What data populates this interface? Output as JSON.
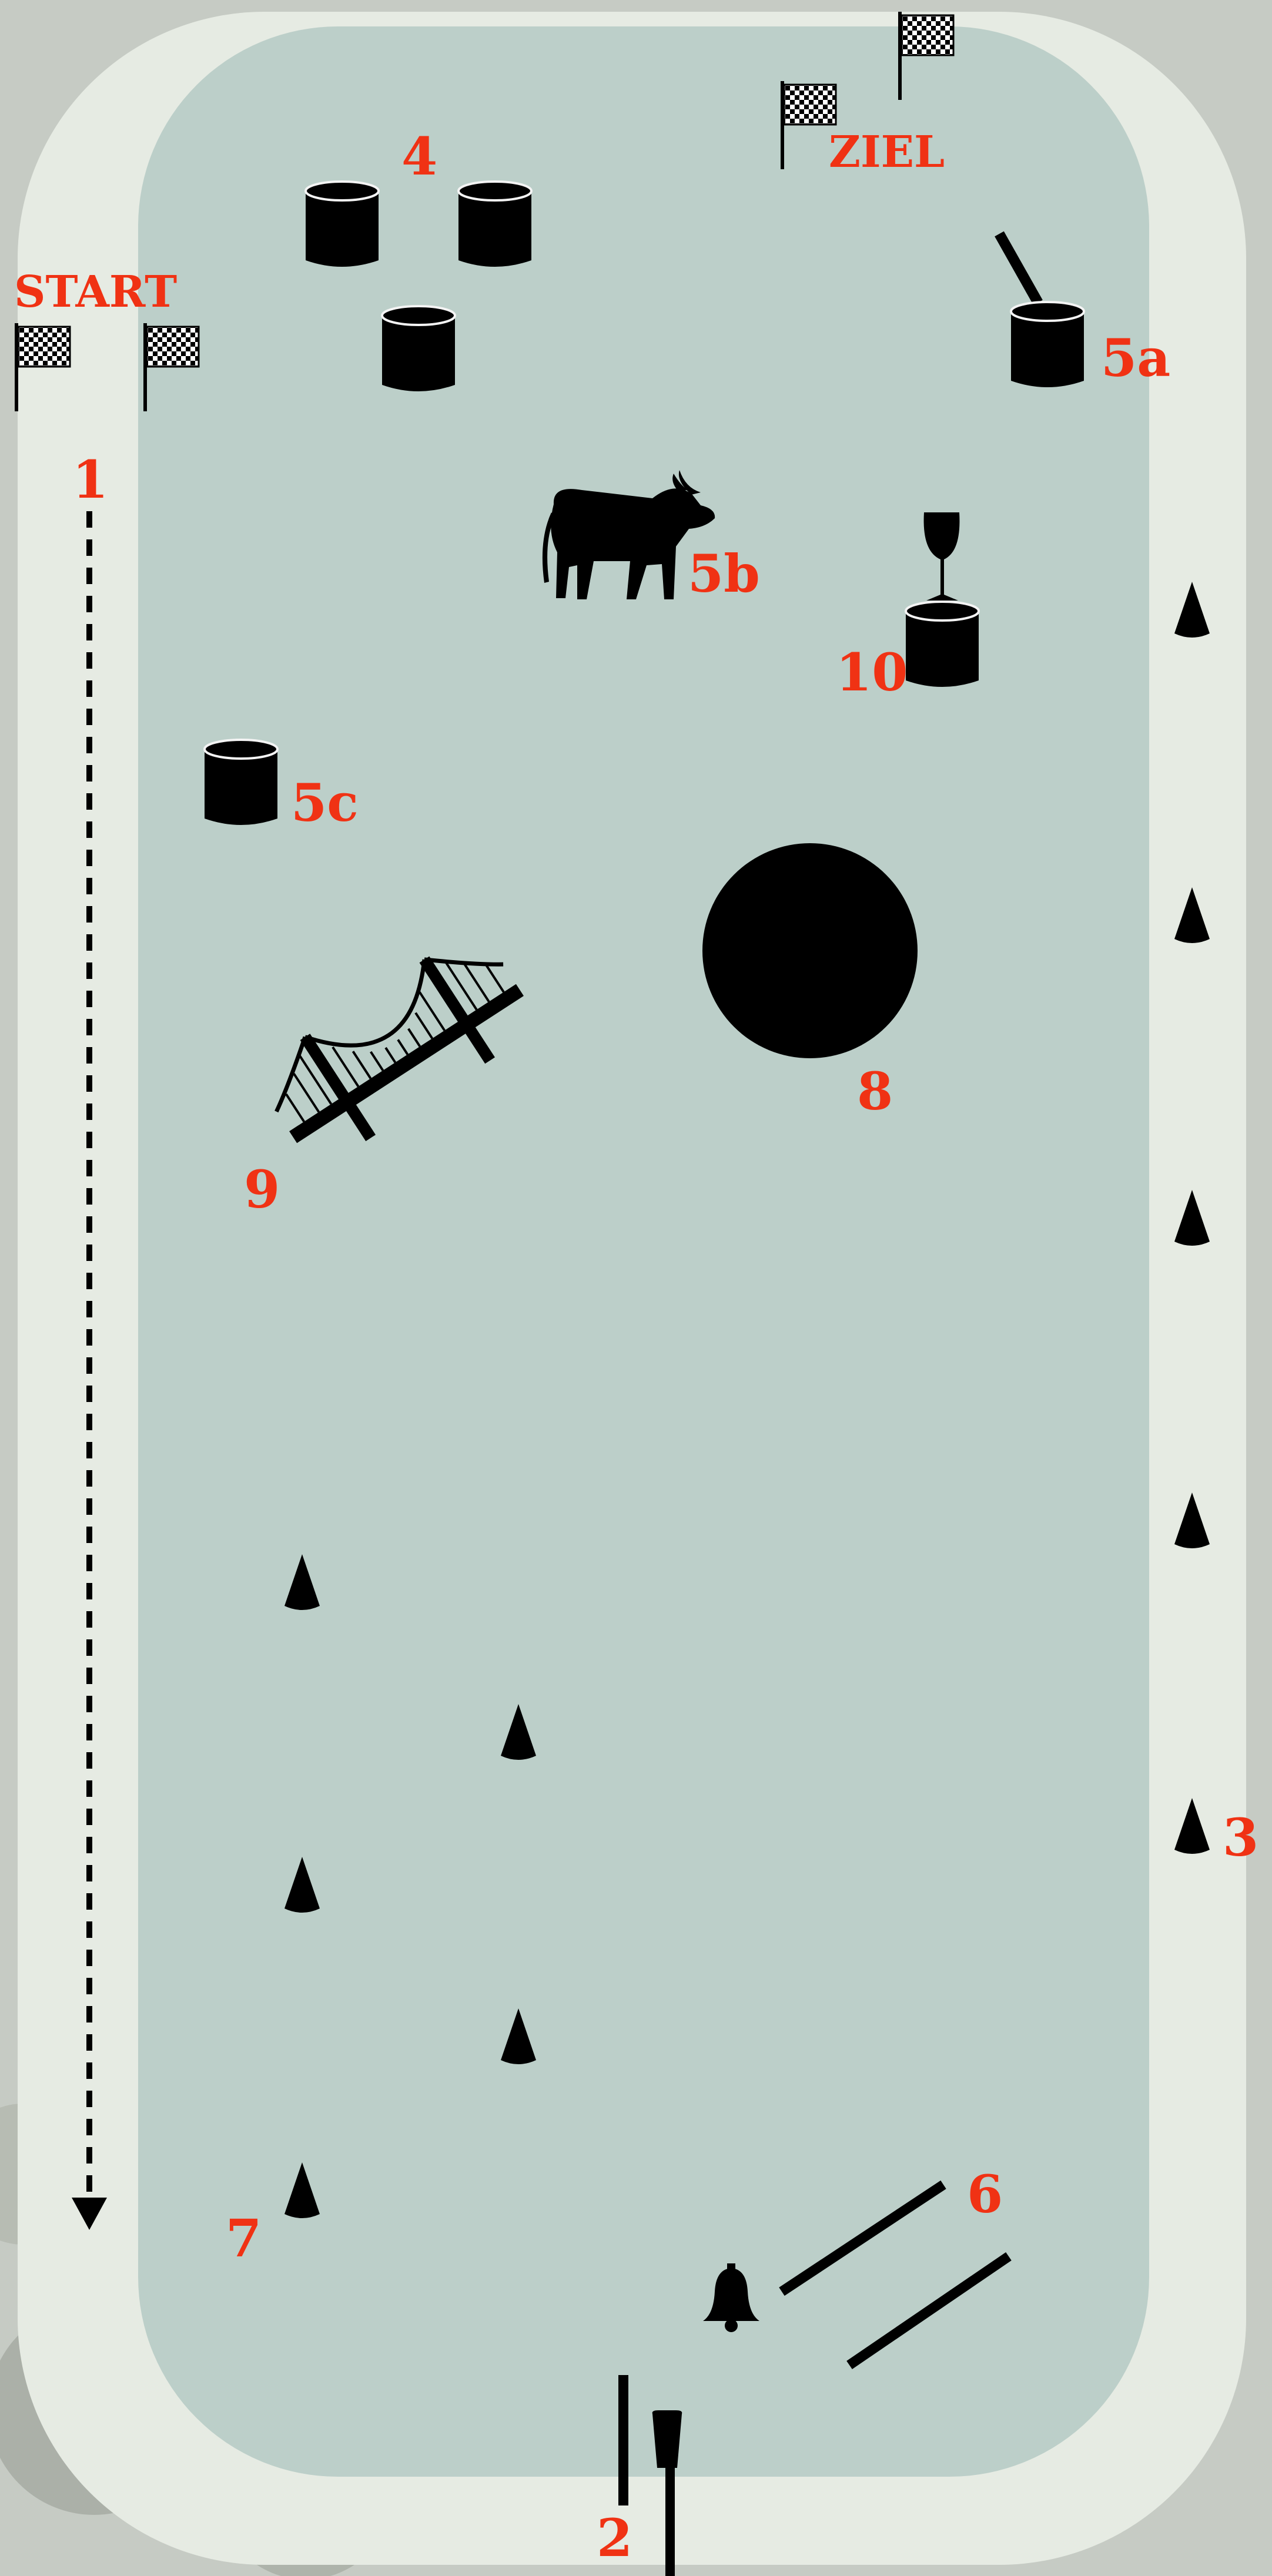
{
  "labels": {
    "start": "START",
    "ziel": "ZIEL",
    "s1": "1",
    "s2": "2",
    "s3": "3",
    "s4": "4",
    "s5a": "5a",
    "s5b": "5b",
    "s5c": "5c",
    "s6": "6",
    "s7": "7",
    "s8": "8",
    "s9": "9",
    "s10": "10"
  },
  "colors": {
    "label": "#f03214",
    "field": "#bccfc9",
    "track": "#e6ebe3",
    "outer": "#c6cbc4",
    "obstacle": "#000000"
  },
  "icons": [
    "checkered-flag-icon",
    "barrel-icon",
    "cone-icon",
    "bull-icon",
    "wine-glass-icon",
    "bridge-icon",
    "bell-icon",
    "post-icon",
    "ball-icon",
    "pole-icon",
    "dashed-arrow-icon"
  ]
}
